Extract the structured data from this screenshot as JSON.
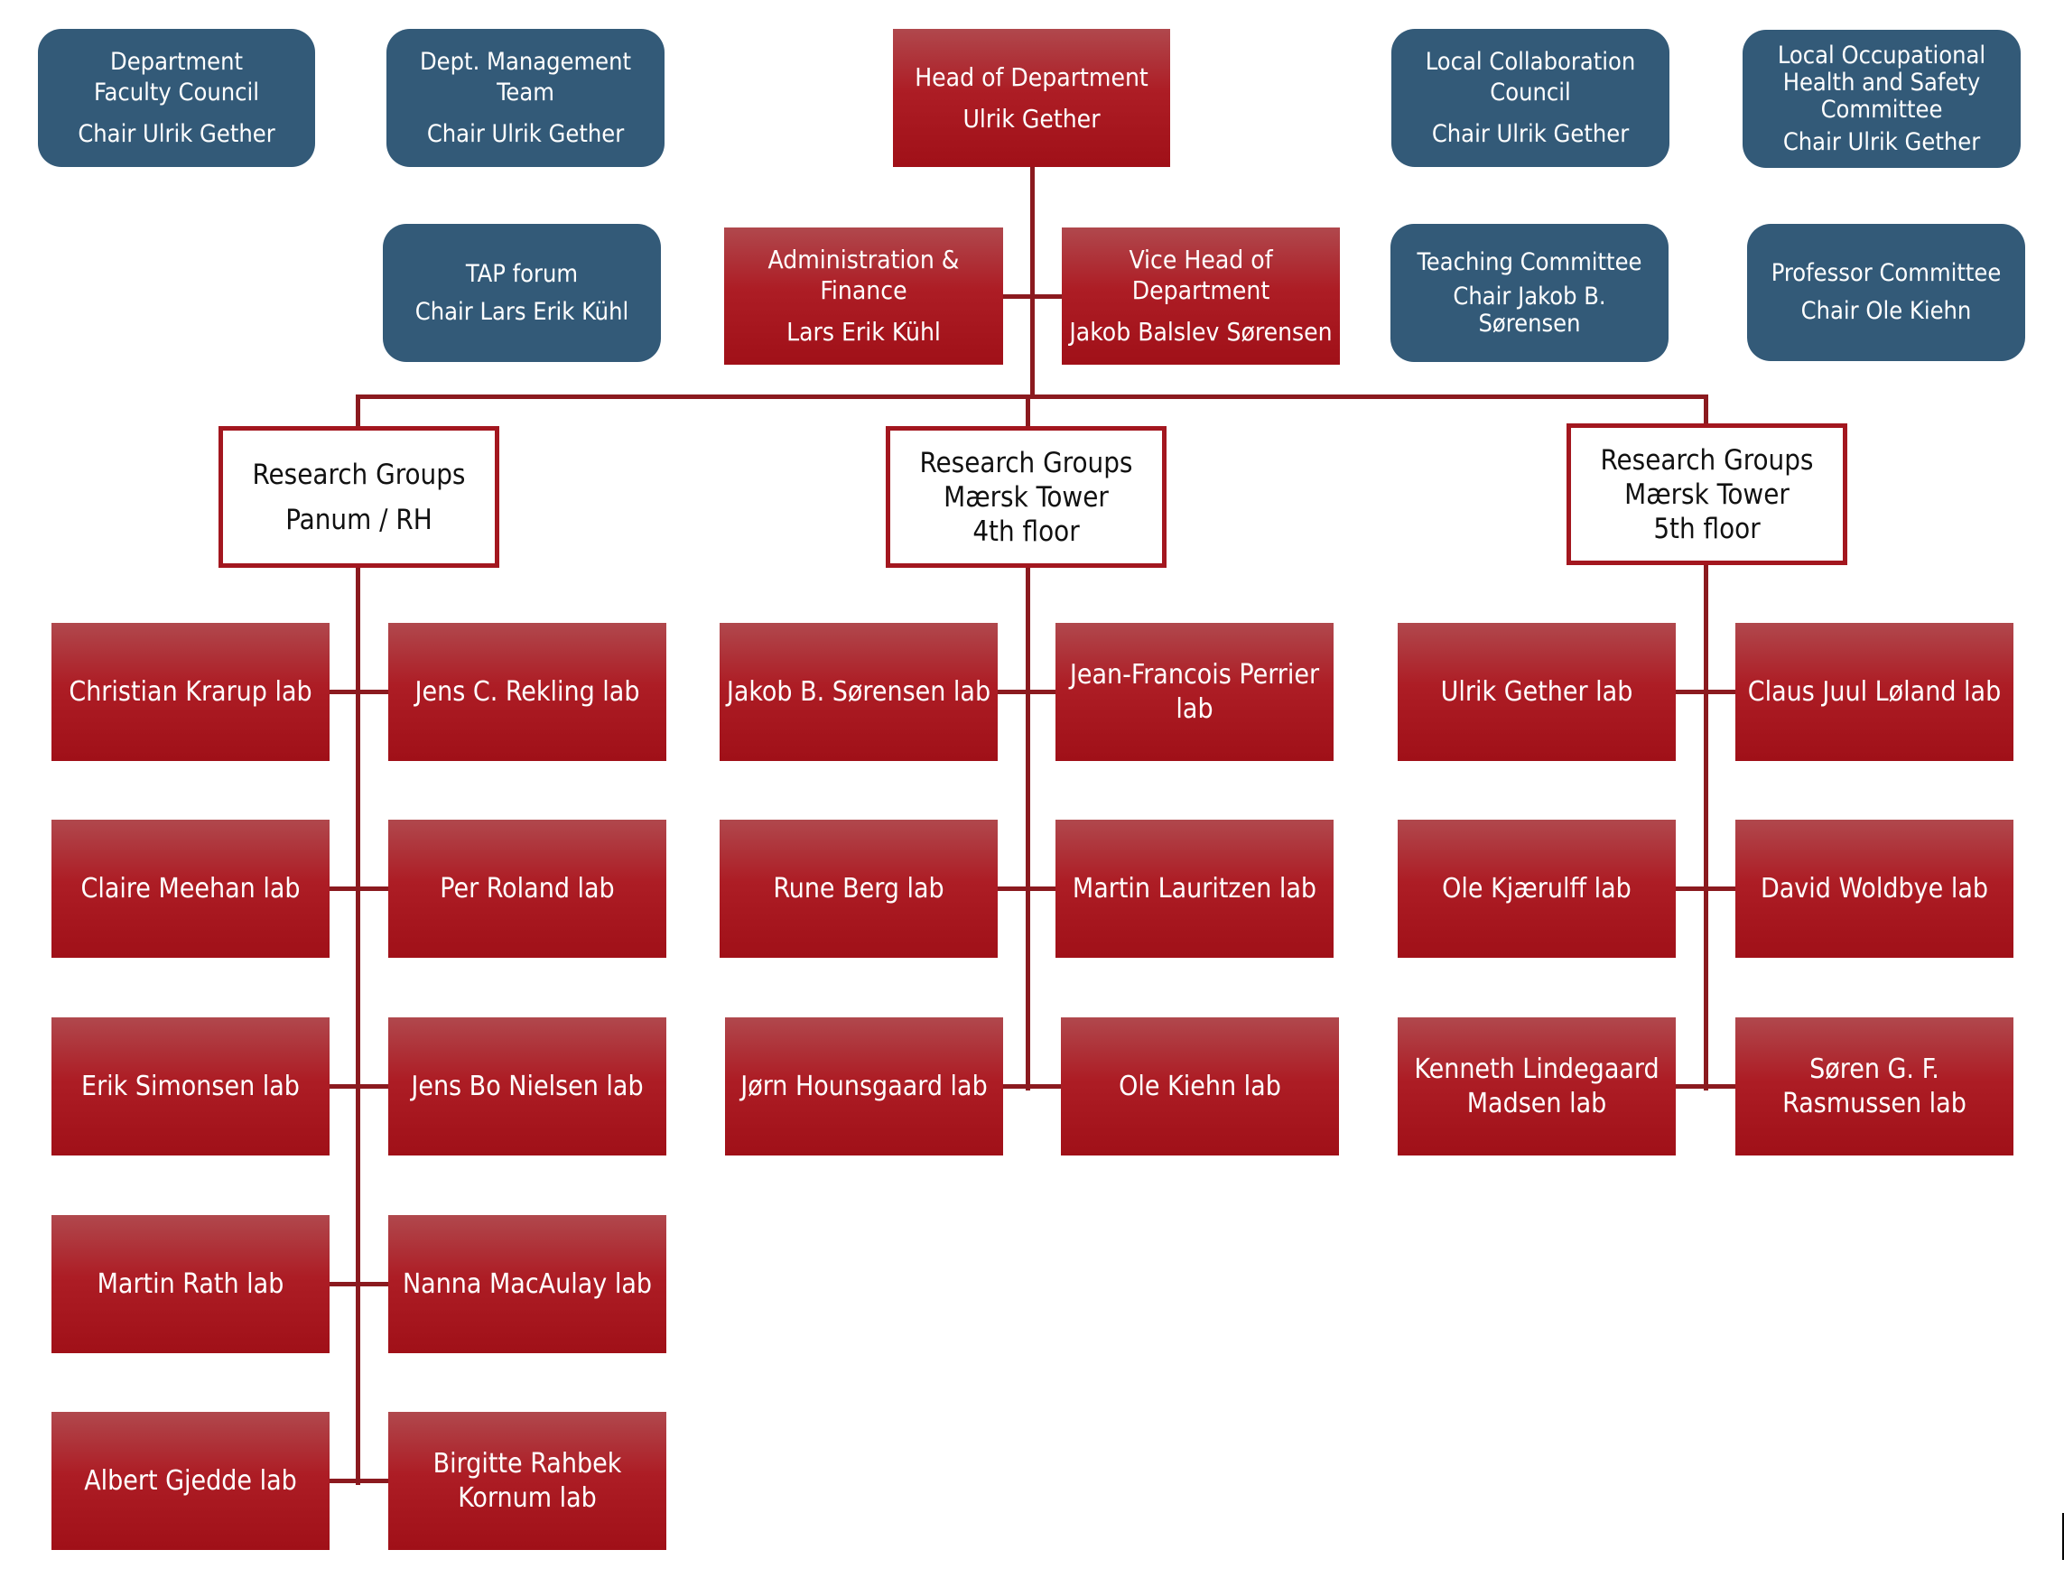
{
  "committees": [
    {
      "id": "department-faculty-council",
      "title": "Department Faculty Council",
      "chair": "Chair Ulrik Gether"
    },
    {
      "id": "dept-management-team",
      "title": "Dept. Management Team",
      "chair": "Chair Ulrik Gether"
    },
    {
      "id": "local-collaboration-council",
      "title": "Local Collaboration Council",
      "chair": "Chair Ulrik Gether"
    },
    {
      "id": "local-ohs-committee",
      "title": "Local Occupational Health and Safety Committee",
      "chair": "Chair Ulrik Gether"
    },
    {
      "id": "tap-forum",
      "title": "TAP forum",
      "chair": "Chair Lars Erik Kühl"
    },
    {
      "id": "teaching-committee",
      "title": "Teaching Committee",
      "chair": "Chair Jakob B. Sørensen"
    },
    {
      "id": "professor-committee",
      "title": "Professor Committee",
      "chair": "Chair Ole Kiehn"
    }
  ],
  "leadership": {
    "head": {
      "title": "Head of Department",
      "name": "Ulrik Gether"
    },
    "admin": {
      "title": "Administration & Finance",
      "name": "Lars Erik Kühl"
    },
    "vice": {
      "title": "Vice Head of Department",
      "name": "Jakob Balslev Sørensen"
    }
  },
  "groups": [
    {
      "title": "Research Groups",
      "location": "Panum / RH",
      "labs": [
        "Christian Krarup lab",
        "Jens C. Rekling lab",
        "Claire Meehan lab",
        "Per Roland lab",
        "Erik Simonsen lab",
        "Jens Bo Nielsen lab",
        "Martin Rath lab",
        "Nanna MacAulay lab",
        "Albert Gjedde lab",
        "Birgitte Rahbek Kornum lab"
      ]
    },
    {
      "title": "Research Groups",
      "location": "Mærsk Tower",
      "floor": "4th floor",
      "labs": [
        "Jakob B. Sørensen lab",
        "Jean-Francois Perrier lab",
        "Rune Berg lab",
        "Martin Lauritzen lab",
        "Jørn Hounsgaard lab",
        "Ole Kiehn lab"
      ]
    },
    {
      "title": "Research Groups",
      "location": "Mærsk Tower",
      "floor": "5th floor",
      "labs": [
        "Ulrik Gether lab",
        "Claus Juul Løland lab",
        "Ole Kjærulff lab",
        "David Woldbye lab",
        "Kenneth Lindegaard Madsen lab",
        "Søren G. F. Rasmussen lab"
      ]
    }
  ],
  "colors": {
    "committee": "#335a78",
    "unit": "#a01018",
    "connector": "#8b1a1f"
  }
}
